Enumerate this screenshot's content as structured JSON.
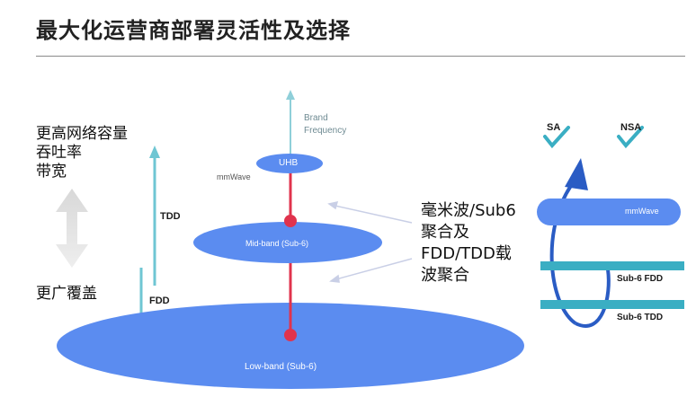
{
  "title": "最大化运营商部署灵活性及选择",
  "left": {
    "line1": "更高网络容量",
    "line2": "吞吐率",
    "line3": "带宽",
    "bottom": "更广覆盖",
    "tdd": "TDD",
    "fdd": "FDD"
  },
  "center": {
    "axis_line1": "Brand",
    "axis_line2": "Frequency",
    "uhb": "UHB",
    "mmwave": "mmWave",
    "midband": "Mid-band (Sub-6)",
    "lowband": "Low-band (Sub-6)"
  },
  "callout": {
    "line1": "毫米波/Sub6",
    "line2": "聚合及",
    "line3": "FDD/TDD载",
    "line4": "波聚合"
  },
  "right": {
    "sa": "SA",
    "nsa": "NSA",
    "mmwave": "mmWave",
    "sub6_fdd": "Sub-6 FDD",
    "sub6_tdd": "Sub-6 TDD"
  },
  "colors": {
    "blue": "#5b8cf0",
    "teal": "#3aaec3",
    "red": "#e0334d",
    "dark_blue": "#2a5cc4"
  }
}
